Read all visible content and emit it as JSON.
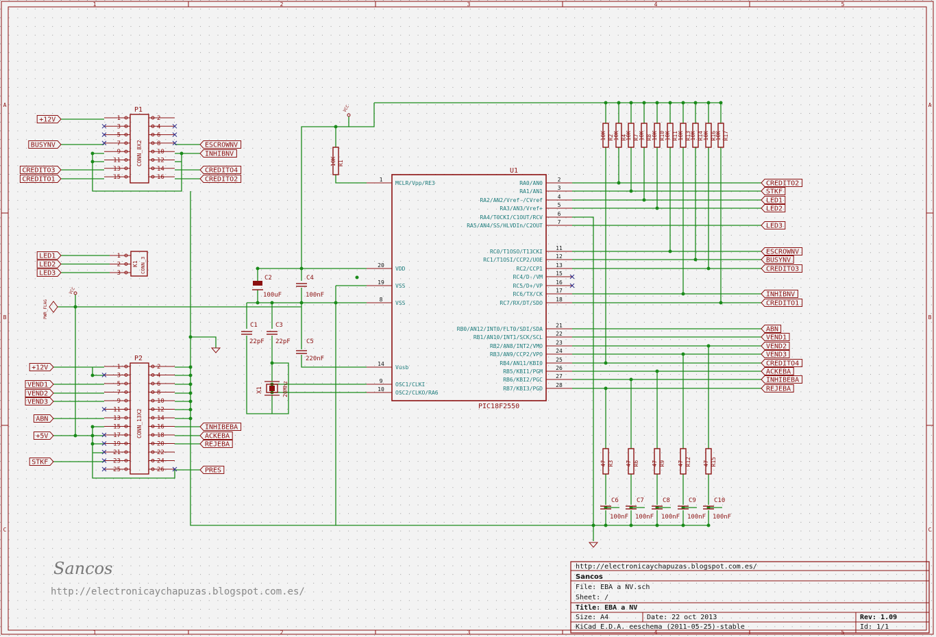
{
  "frame": {
    "columns": [
      "1",
      "2",
      "3",
      "4",
      "5"
    ],
    "rows": [
      "A",
      "B",
      "C"
    ]
  },
  "connectors": {
    "p1": {
      "ref": "P1",
      "value": "CONN_8X2",
      "pins_left": [
        "1",
        "3",
        "5",
        "7",
        "9",
        "11",
        "13",
        "15"
      ],
      "pins_right": [
        "2",
        "4",
        "6",
        "8",
        "10",
        "12",
        "14",
        "16"
      ]
    },
    "p2": {
      "ref": "P2",
      "value": "CONN_13X2",
      "pins_left": [
        "1",
        "3",
        "5",
        "7",
        "9",
        "11",
        "13",
        "15",
        "17",
        "19",
        "21",
        "23",
        "25"
      ],
      "pins_right": [
        "2",
        "4",
        "6",
        "8",
        "10",
        "12",
        "14",
        "16",
        "18",
        "20",
        "22",
        "24",
        "26"
      ]
    },
    "k1": {
      "ref": "K1",
      "value": "CONN_3",
      "pins": [
        "1",
        "2",
        "3"
      ]
    }
  },
  "labels": {
    "p1_left": [
      "+12V",
      "BUSYNV",
      "CREDITO3",
      "CREDITO1"
    ],
    "p1_right": [
      "ESCROWNV",
      "INHIBNV",
      "CREDITO4",
      "CREDITO2"
    ],
    "k1": [
      "LED1",
      "LED2",
      "LED3"
    ],
    "pwr_flag": "PWR_FLAG",
    "vcc": "VCC",
    "p2_left": [
      "+12V",
      "VEND1",
      "VEND2",
      "VEND3",
      "ABN",
      "+5V",
      "STKF"
    ],
    "p2_right": [
      "INHIBEBA",
      "ACKEBA",
      "REJEBA",
      "PRES"
    ],
    "right_top": [
      "CREDITO2",
      "STKF",
      "LED1",
      "LED2",
      "LED3"
    ],
    "right_mid": [
      "ESCROWNV",
      "BUSYNV",
      "CREDITO3",
      "INHIBNV",
      "CREDITO1"
    ],
    "right_bot": [
      "ABN",
      "VEND1",
      "VEND2",
      "VEND3",
      "CREDITO4",
      "ACKEBA",
      "INHIBEBA",
      "REJEBA"
    ]
  },
  "mcu": {
    "ref": "U1",
    "value": "PIC18F2550",
    "left_pins": [
      {
        "num": "1",
        "name": "MCLR/Vpp/RE3"
      },
      {
        "num": "20",
        "name": "VDD"
      },
      {
        "num": "19",
        "name": "VSS"
      },
      {
        "num": "8",
        "name": "VSS"
      },
      {
        "num": "14",
        "name": "Vusb"
      },
      {
        "num": "9",
        "name": "OSC1/CLKI"
      },
      {
        "num": "10",
        "name": "OSC2/CLKO/RA6"
      }
    ],
    "right_pins": [
      {
        "num": "2",
        "name": "RA0/AN0"
      },
      {
        "num": "3",
        "name": "RA1/AN1"
      },
      {
        "num": "4",
        "name": "RA2/AN2/Vref-/CVref"
      },
      {
        "num": "5",
        "name": "RA3/AN3/Vref+"
      },
      {
        "num": "6",
        "name": "RA4/T0CKI/C1OUT/RCV"
      },
      {
        "num": "7",
        "name": "RA5/AN4/SS/HLVDIn/C2OUT"
      },
      {
        "num": "11",
        "name": "RC0/T1OSO/T13CKI"
      },
      {
        "num": "12",
        "name": "RC1/T1OSI/CCP2/UOE"
      },
      {
        "num": "13",
        "name": "RC2/CCP1"
      },
      {
        "num": "15",
        "name": "RC4/D-/VM"
      },
      {
        "num": "16",
        "name": "RC5/D+/VP"
      },
      {
        "num": "17",
        "name": "RC6/TX/CK"
      },
      {
        "num": "18",
        "name": "RC7/RX/DT/SDO"
      },
      {
        "num": "21",
        "name": "RB0/AN12/INT0/FLT0/SDI/SDA"
      },
      {
        "num": "22",
        "name": "RB1/AN10/INT1/SCK/SCL"
      },
      {
        "num": "23",
        "name": "RB2/AN8/INT2/VMO"
      },
      {
        "num": "24",
        "name": "RB3/AN9/CCP2/VPO"
      },
      {
        "num": "25",
        "name": "RB4/AN11/KBI0"
      },
      {
        "num": "26",
        "name": "RB5/KBI1/PGM"
      },
      {
        "num": "27",
        "name": "RB6/KBI2/PGC"
      },
      {
        "num": "28",
        "name": "RB7/KBI3/PGD"
      }
    ]
  },
  "passives": {
    "r1": {
      "ref": "R1",
      "value": "10K"
    },
    "c2": {
      "ref": "C2",
      "value": "100uF"
    },
    "c4": {
      "ref": "C4",
      "value": "100nF"
    },
    "c1": {
      "ref": "C1",
      "value": "22pF"
    },
    "c3": {
      "ref": "C3",
      "value": "22pF"
    },
    "c5": {
      "ref": "C5",
      "value": "220nF"
    },
    "x1": {
      "ref": "X1",
      "value": "20Mhz"
    },
    "top_resistors": [
      {
        "ref": "R2",
        "value": "10K"
      },
      {
        "ref": "R4",
        "value": "10K"
      },
      {
        "ref": "R7",
        "value": "10K"
      },
      {
        "ref": "R8",
        "value": "10K"
      },
      {
        "ref": "R10",
        "value": "10K"
      },
      {
        "ref": "R11",
        "value": "10K"
      },
      {
        "ref": "R13",
        "value": "10K"
      },
      {
        "ref": "R14",
        "value": "10K"
      },
      {
        "ref": "R16",
        "value": "10K"
      },
      {
        "ref": "R17",
        "value": "10K"
      }
    ],
    "bottom_resistors": [
      {
        "ref": "R3",
        "value": "47"
      },
      {
        "ref": "R6",
        "value": "47"
      },
      {
        "ref": "R9",
        "value": "47"
      },
      {
        "ref": "R12",
        "value": "47"
      },
      {
        "ref": "R15",
        "value": "47"
      }
    ],
    "bottom_caps": [
      {
        "ref": "C6",
        "value": "100nF"
      },
      {
        "ref": "C7",
        "value": "100nF"
      },
      {
        "ref": "C8",
        "value": "100nF"
      },
      {
        "ref": "C9",
        "value": "100nF"
      },
      {
        "ref": "C10",
        "value": "100nF"
      }
    ]
  },
  "watermark": {
    "name": "Sancos",
    "url": "http://electronicaychapuzas.blogspot.com.es/"
  },
  "title_block": {
    "url": "http://electronicaychapuzas.blogspot.com.es/",
    "company": "Sancos",
    "file": "File: EBA a NV.sch",
    "sheet": "Sheet: /",
    "title": "Title: EBA a NV",
    "size": "Size: A4",
    "date": "Date: 22 oct 2013",
    "rev": "Rev: 1.09",
    "tool": "KiCad E.D.A.  eeschema (2011-05-25)-stable",
    "id": "Id: 1/1"
  },
  "colors": {
    "wire": "#1a8a1a",
    "part": "#8b1010",
    "pin": "#8b1010",
    "pin_text": "#1a7a7a",
    "border": "#8b1010"
  }
}
